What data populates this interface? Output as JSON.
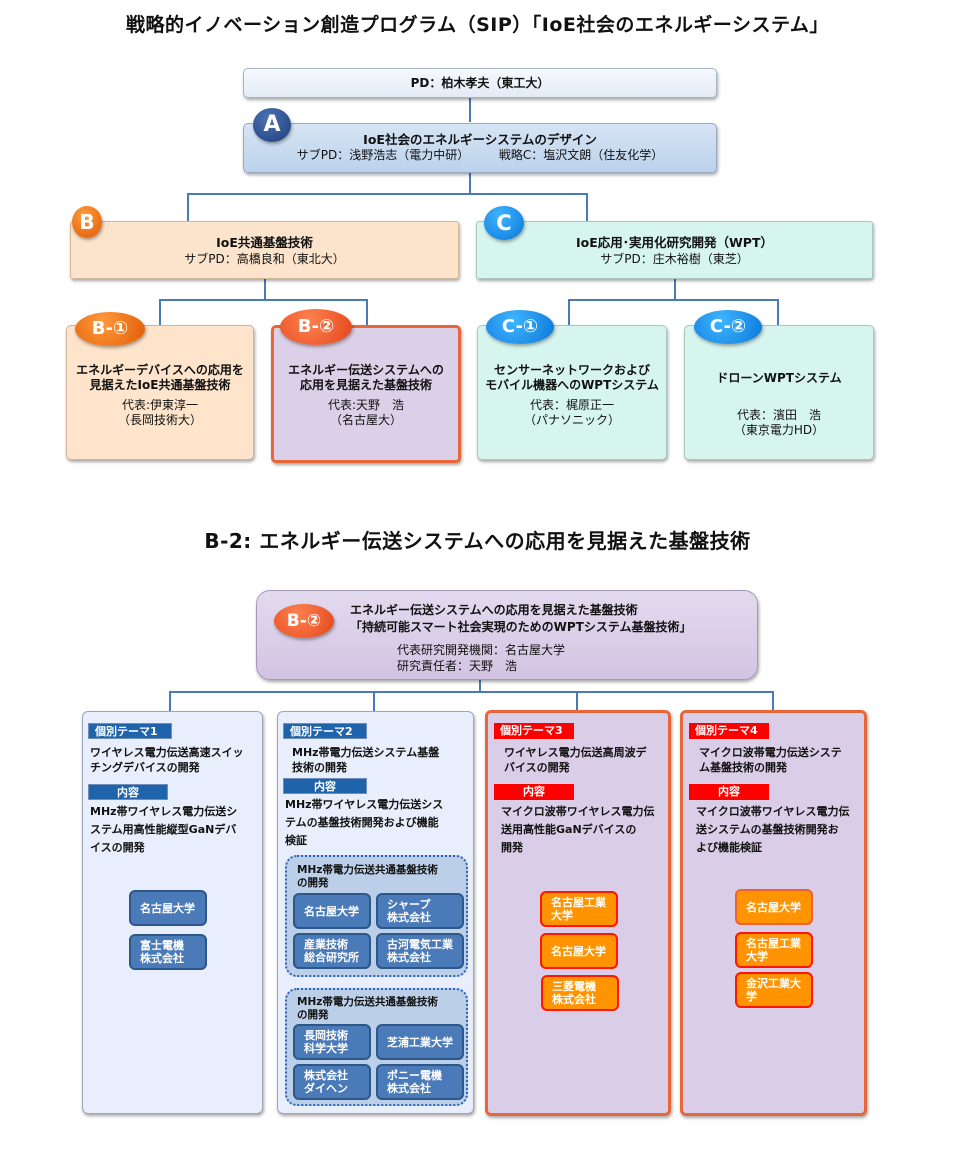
{
  "top_title": "戦略的イノベーション創造プログラム（SIP）「IoE社会のエネルギーシステム」",
  "pd": {
    "label": "PD：柏木孝夫（東工大）"
  },
  "a": {
    "badge": "A",
    "title": "IoE社会のエネルギーシステムのデザイン",
    "sub_pd": "サブPD：浅野浩志（電力中研）",
    "strategy": "戦略C：塩沢文朗（住友化学）"
  },
  "b": {
    "badge": "B",
    "title": "IoE共通基盤技術",
    "sub_pd": "サブPD：高橋良和（東北大）"
  },
  "c": {
    "badge": "C",
    "title": "IoE応用･実用化研究開発（WPT）",
    "sub_pd": "サブPD：庄木裕樹（東芝）"
  },
  "b1": {
    "badge": "B-①",
    "title_lines": [
      "エネルギーデバイスへの応用を",
      "見据えたIoE共通基盤技術"
    ],
    "rep": "代表:伊東淳一",
    "org": "（長岡技術大）"
  },
  "b2": {
    "badge": "B-②",
    "title_lines": [
      "エネルギー伝送システムへの",
      "応用を見据えた基盤技術"
    ],
    "rep": "代表:天野　浩",
    "org": "（名古屋大）"
  },
  "c1": {
    "badge": "C-①",
    "title_lines": [
      "センサーネットワークおよび",
      "モバイル機器へのWPTシステム"
    ],
    "rep": "代表：梶原正一",
    "org": "（パナソニック）"
  },
  "c2": {
    "badge": "C-②",
    "title_lines": [
      "ドローンWPTシステム"
    ],
    "rep": "代表：濱田　浩",
    "org": "（東京電力HD）"
  },
  "section_title": "B-2:  エネルギー伝送システムへの応用を見据えた基盤技術",
  "b2_detail": {
    "badge": "B-②",
    "line1": "エネルギー伝送システムへの応用を見据えた基盤技術",
    "line2": "「持続可能スマート社会実現のためのWPTシステム基盤技術」",
    "institution": "代表研究開発機関：名古屋大学",
    "leader": "研究責任者：天野　浩"
  },
  "content_label": "内容",
  "themes": [
    {
      "tag": "個別テーマ1",
      "title_lines": [
        "ワイヤレス電力伝送高速スイッ",
        "チングデバイスの開発"
      ],
      "content_lines": [
        "MHz帯ワイヤレス電力伝送シ",
        "ステム用高性能縦型GaNデバ",
        "イスの開発"
      ],
      "orgs": [
        [
          "名古屋大学"
        ],
        [
          "富士電機",
          "株式会社"
        ]
      ]
    },
    {
      "tag": "個別テーマ2",
      "title_lines": [
        "MHz帯電力伝送システム基盤",
        "技術の開発"
      ],
      "content_lines": [
        "MHz帯ワイヤレス電力伝送シス",
        "テムの基盤技術開発および機能",
        "検証"
      ],
      "groups": [
        {
          "title_lines": [
            "MHz帯電力伝送共通基盤技術",
            "の開発"
          ],
          "orgs": [
            [
              "名古屋大学"
            ],
            [
              "シャープ",
              "株式会社"
            ],
            [
              "産業技術",
              "総合研究所"
            ],
            [
              "古河電気工業",
              "株式会社"
            ]
          ]
        },
        {
          "title_lines": [
            "MHz帯電力伝送共通基盤技術",
            "の開発"
          ],
          "orgs": [
            [
              "長岡技術",
              "科学大学"
            ],
            [
              "芝浦工業大学"
            ],
            [
              "株式会社",
              "ダイヘン"
            ],
            [
              "ポニー電機",
              "株式会社"
            ]
          ]
        }
      ]
    },
    {
      "tag": "個別テーマ3",
      "title_lines": [
        "ワイヤレス電力伝送高周波デ",
        "バイスの開発"
      ],
      "content_lines": [
        "マイクロ波帯ワイヤレス電力伝",
        "送用高性能GaNデバイスの",
        "開発"
      ],
      "orgs": [
        [
          "名古屋工業",
          "大学"
        ],
        [
          "名古屋大学"
        ],
        [
          "三菱電機",
          "株式会社"
        ]
      ]
    },
    {
      "tag": "個別テーマ4",
      "title_lines": [
        "マイクロ波帯電力伝送システ",
        "ム基盤技術の開発"
      ],
      "content_lines": [
        "マイクロ波帯ワイヤレス電力伝",
        "送システムの基盤技術開発お",
        "よび機能検証"
      ],
      "orgs": [
        [
          "名古屋大学"
        ],
        [
          "名古屋工業",
          "大学"
        ],
        [
          "金沢工業大",
          "学"
        ]
      ]
    }
  ]
}
